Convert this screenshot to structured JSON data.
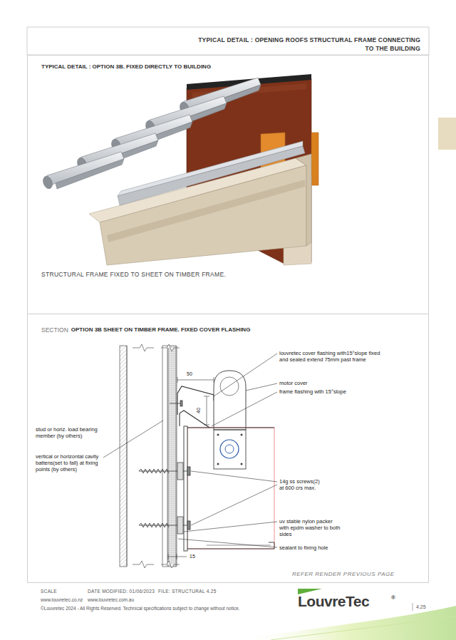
{
  "diagram": {
    "title": "TYPICAL DETAIL : OPENING ROOFS STRUCTURAL FRAME CONNECTING TO THE BUILDING",
    "nodes": [
      {
        "text": [
          "TYPICAL DETAIL : OPTION 3B. FIXED DIRECTLY TO BUILDING",
          "STRUCTURAL FRAME FIXED TO SHEET ON TIMBER FRAME."
        ]
      },
      {
        "text": [
          "SECTION",
          "OPTION 3B SHEET ON TIMBER FRAME. FIXED COVER FLASHING"
        ]
      }
    ],
    "labels": [
      "louvretec cover flashing with15°slope fixed and sealed extend 75mm past frame",
      "motor cover",
      "frame flashing with 15°slope",
      "stud or horiz. load bearing member (by others)",
      "vertical or horizontal cavity battens(set to fall) at fixing points (by others)",
      "14g ss screws(2) at 600 crs max.",
      "uv stable nylon packer with epdm washer to both sides",
      "sealant to fixing hole",
      "50",
      "40",
      "15",
      "REFER RENDER PREVIOUS PAGE",
      "SCALE",
      "DATE MODIFIED: 01/06/2023",
      "FILE: STRUCTURAL 4.25",
      "www.louvretec.co.nz",
      "www.louvretec.com.au",
      "©Louvretec 2024 - All Rights Reserved. Technical specifications subject to change without notice.",
      "LouvreTec",
      "®",
      "4.25"
    ]
  }
}
